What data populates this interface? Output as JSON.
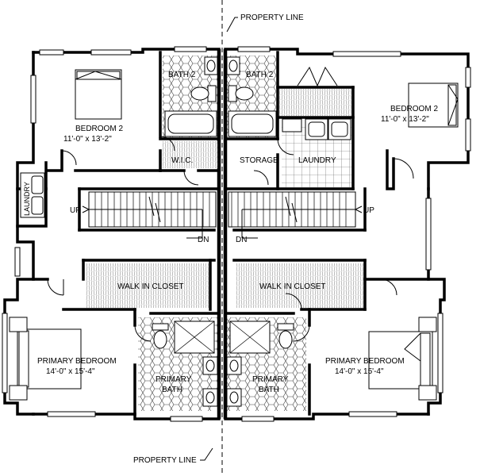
{
  "labels": {
    "property_line_top": "PROPERTY LINE",
    "property_line_bottom": "PROPERTY LINE",
    "left_bedroom2": "BEDROOM 2",
    "left_bedroom2_dim": "11'-0\" x 13'-2\"",
    "right_bedroom2": "BEDROOM 2",
    "right_bedroom2_dim": "11'-0\" x 13'-2\"",
    "left_bath2": "BATH 2",
    "right_bath2": "BATH 2",
    "wic": "W.I.C.",
    "storage": "STORAGE",
    "laundry_right": "LAUNDRY",
    "laundry_left": "LAUNDRY",
    "up_left": "UP",
    "up_right": "UP",
    "dn_left": "DN",
    "dn_right": "DN",
    "walkin_left": "WALK IN CLOSET",
    "walkin_right": "WALK IN CLOSET",
    "primary_bed_left": "PRIMARY BEDROOM",
    "primary_bed_left_dim": "14'-0\" x 15'-4\"",
    "primary_bed_right": "PRIMARY BEDROOM",
    "primary_bed_right_dim": "14'-0\" x 15'-4\"",
    "primary_bath_left_1": "PRIMARY",
    "primary_bath_left_2": "BATH",
    "primary_bath_right_1": "PRIMARY",
    "primary_bath_right_2": "BATH"
  }
}
